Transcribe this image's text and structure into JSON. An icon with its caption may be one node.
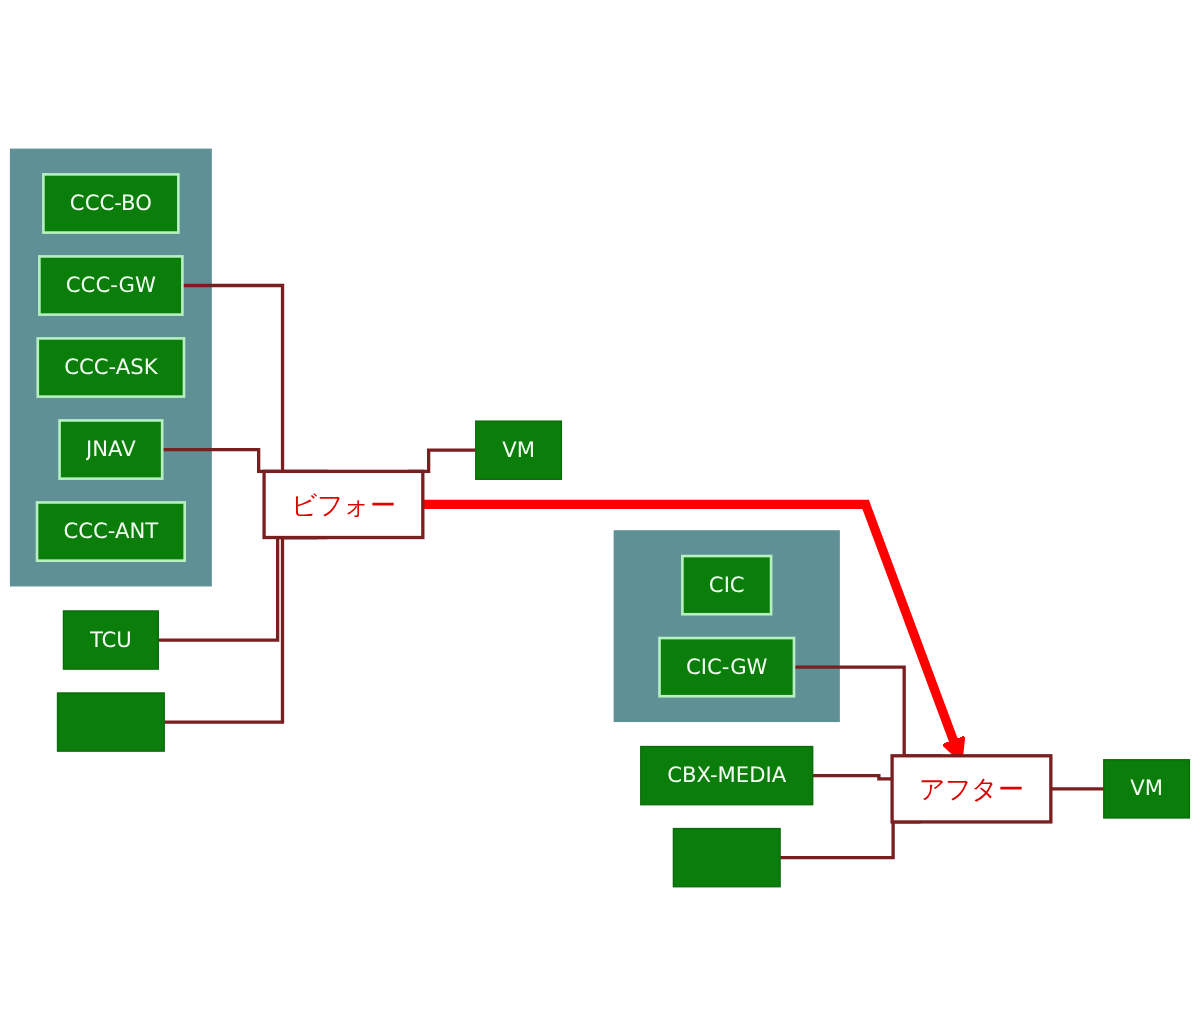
{
  "diagram": {
    "nodes": [
      {
        "text": [],
        "shape": "box"
      },
      {
        "text": [
          "CCC-BO"
        ],
        "in": 0
      },
      {
        "text": [
          "CCC-GW"
        ],
        "in": 0
      },
      {
        "text": [
          "CCC-ASK"
        ],
        "in": 0
      },
      {
        "text": [
          "JNAV"
        ],
        "in": 0
      },
      {
        "text": [
          "CCC-ANT"
        ],
        "in": 0
      },
      {
        "text": [
          "ビフォー"
        ]
      },
      {
        "text": [
          "TCU"
        ]
      },
      {
        "text": [],
        "shape": "box"
      },
      {
        "text": [
          "VM"
        ]
      },
      {
        "text": [],
        "shape": "box"
      },
      {
        "text": [
          "CIC"
        ],
        "in": 10
      },
      {
        "text": [
          "CIC-GW"
        ],
        "in": 10
      },
      {
        "text": [
          "アフター"
        ]
      },
      {
        "text": [
          "CBX-MEDIA"
        ]
      },
      {
        "text": [],
        "shape": "box"
      },
      {
        "text": [
          "VM"
        ]
      }
    ],
    "edges": [
      {
        "from": 2,
        "to": 6,
        "arrow": "none"
      },
      {
        "from": 4,
        "to": 6,
        "arrow": "none"
      },
      {
        "from": 7,
        "to": 6,
        "arrow": "none"
      },
      {
        "from": 8,
        "to": 6,
        "arrow": "none"
      },
      {
        "from": 6,
        "to": 9,
        "arrow": "none"
      },
      {
        "from": 6,
        "to": 13,
        "arrow": "to",
        "style": "thick",
        "color": "#ff0000"
      },
      {
        "from": 12,
        "to": 13,
        "arrow": "none"
      },
      {
        "from": 14,
        "to": 13,
        "arrow": "none"
      },
      {
        "from": 15,
        "to": 13,
        "arrow": "none"
      },
      {
        "from": 13,
        "to": 16,
        "arrow": "none"
      }
    ]
  }
}
